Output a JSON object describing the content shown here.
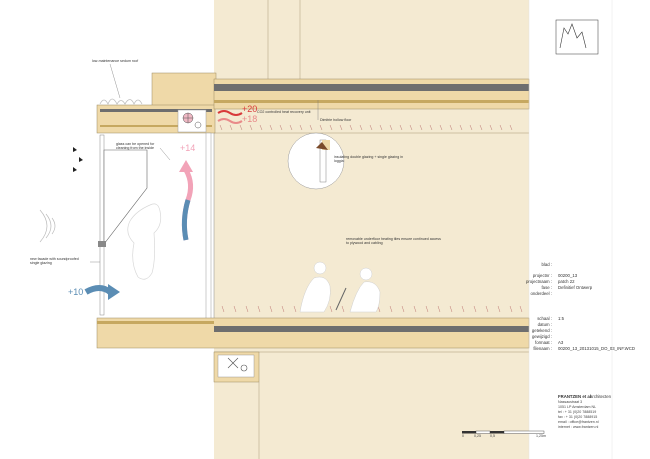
{
  "logo_text": "h_(...)",
  "annotations": {
    "sedum_roof": "low-maintenance sedum roof",
    "heat_recovery": "CO2 controlled heat recovery unit",
    "hollow_floor": "Dimitrie hollow floor",
    "glass_cleaning": "glass can be opened for cleaning from the inside",
    "insulating_glazing": "insulating double glazing + single glazing in loggia",
    "new_facade": "new facade with soundproofed single glazing",
    "underfloor_heating": "removable underfloor heating tiles ensure continued access to plywood and cabling"
  },
  "temperatures": {
    "supply_warm": "+20",
    "supply_cool": "+18",
    "loggia": "+14",
    "outside": "+10"
  },
  "colors": {
    "wall_fill": "#f4ead2",
    "slab_fill": "#efd9a8",
    "dark_layer": "#6e6e6e",
    "warm_arrow": "#d83a3a",
    "pink_arrow": "#f2a3b8",
    "blue_arrow": "#5b8db4"
  },
  "title_block": {
    "labels": [
      "blad :",
      "projectnr :",
      "projectnaam :",
      "fase :",
      "onderdeel :",
      "schaal :",
      "datum :",
      "getekend :",
      "gewijzigd :",
      "formaat :",
      "filenaam :"
    ],
    "values": [
      "",
      "00200_13",
      "patch 22",
      "Definitief Ontwerp",
      "",
      "1:5",
      "",
      "",
      "",
      "A3",
      "00200_13_20131015_DO_03_INF.WCD"
    ]
  },
  "firm": {
    "name": "FRANTZEN et al",
    "subtitle": "architecten",
    "address": [
      "Nassaustraat 3",
      "1051 LP Amsterdam NL",
      "tel : + 31 (0)20 7888519",
      "fax : + 31 (0)20 7888915",
      "email : office@frantzen.nl",
      "internet : www.frantzen.nl"
    ]
  },
  "scale_bar": [
    "0",
    "0,25",
    "0,5",
    "1,25m"
  ]
}
